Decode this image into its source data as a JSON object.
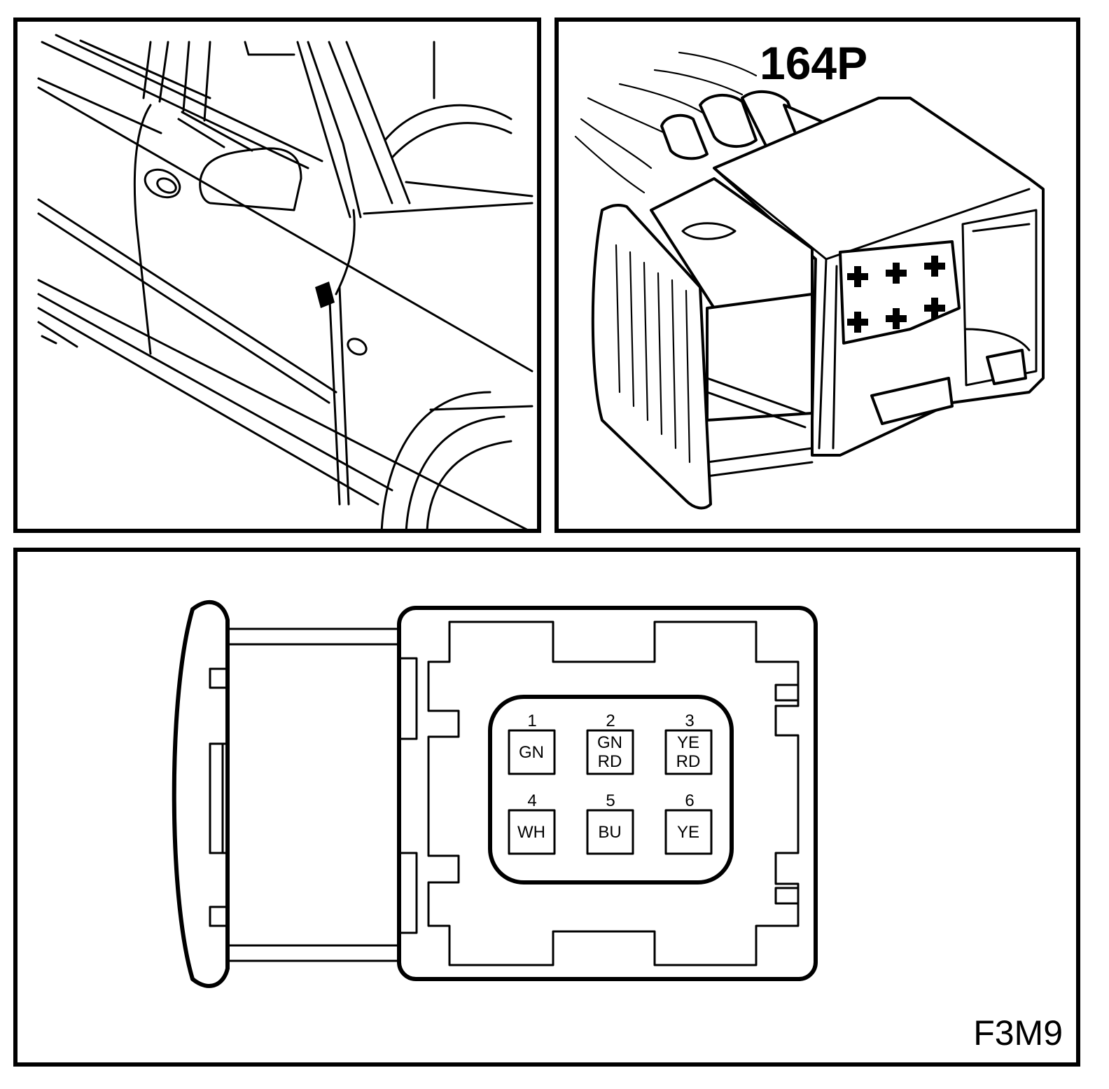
{
  "connector_label": "164P",
  "figure_code": "F3M9",
  "pins": [
    {
      "number": "1",
      "colors": [
        "GN"
      ]
    },
    {
      "number": "2",
      "colors": [
        "GN",
        "RD"
      ]
    },
    {
      "number": "3",
      "colors": [
        "YE",
        "RD"
      ]
    },
    {
      "number": "4",
      "colors": [
        "WH"
      ]
    },
    {
      "number": "5",
      "colors": [
        "BU"
      ]
    },
    {
      "number": "6",
      "colors": [
        "YE"
      ]
    }
  ]
}
